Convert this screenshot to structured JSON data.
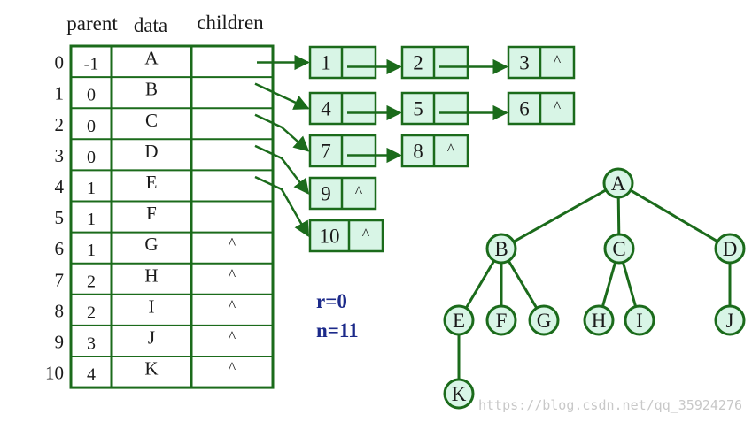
{
  "colors": {
    "line": "#1b6b1b",
    "cell_fill": "#d8f5e6",
    "info_text": "#1c2a8a",
    "watermark": "#c8c8c8"
  },
  "headers": {
    "parent": "parent",
    "data": "data",
    "children": "children"
  },
  "rows": [
    {
      "index": "0",
      "parent": "-1",
      "data": "A",
      "children": ""
    },
    {
      "index": "1",
      "parent": "0",
      "data": "B",
      "children": ""
    },
    {
      "index": "2",
      "parent": "0",
      "data": "C",
      "children": ""
    },
    {
      "index": "3",
      "parent": "0",
      "data": "D",
      "children": ""
    },
    {
      "index": "4",
      "parent": "1",
      "data": "E",
      "children": ""
    },
    {
      "index": "5",
      "parent": "1",
      "data": "F",
      "children": ""
    },
    {
      "index": "6",
      "parent": "1",
      "data": "G",
      "children": "^"
    },
    {
      "index": "7",
      "parent": "2",
      "data": "H",
      "children": "^"
    },
    {
      "index": "8",
      "parent": "2",
      "data": "I",
      "children": "^"
    },
    {
      "index": "9",
      "parent": "3",
      "data": "J",
      "children": "^"
    },
    {
      "index": "10",
      "parent": "4",
      "data": "K",
      "children": "^"
    }
  ],
  "child_lists": [
    {
      "row": 0,
      "nodes": [
        {
          "value": "1",
          "next": ""
        },
        {
          "value": "2",
          "next": ""
        },
        {
          "value": "3",
          "next": "^"
        }
      ]
    },
    {
      "row": 1,
      "nodes": [
        {
          "value": "4",
          "next": ""
        },
        {
          "value": "5",
          "next": ""
        },
        {
          "value": "6",
          "next": "^"
        }
      ]
    },
    {
      "row": 2,
      "nodes": [
        {
          "value": "7",
          "next": ""
        },
        {
          "value": "8",
          "next": "^"
        }
      ]
    },
    {
      "row": 3,
      "nodes": [
        {
          "value": "9",
          "next": "^"
        }
      ]
    },
    {
      "row": 4,
      "nodes": [
        {
          "value": "10",
          "next": "^"
        }
      ]
    }
  ],
  "info": {
    "root": "r=0",
    "count": "n=11"
  },
  "tree": {
    "nodes": [
      "A",
      "B",
      "C",
      "D",
      "E",
      "F",
      "G",
      "H",
      "I",
      "J",
      "K"
    ],
    "edges": [
      [
        "A",
        "B"
      ],
      [
        "A",
        "C"
      ],
      [
        "A",
        "D"
      ],
      [
        "B",
        "E"
      ],
      [
        "B",
        "F"
      ],
      [
        "B",
        "G"
      ],
      [
        "C",
        "H"
      ],
      [
        "C",
        "I"
      ],
      [
        "D",
        "J"
      ],
      [
        "E",
        "K"
      ]
    ]
  },
  "watermark": "https://blog.csdn.net/qq_35924276"
}
